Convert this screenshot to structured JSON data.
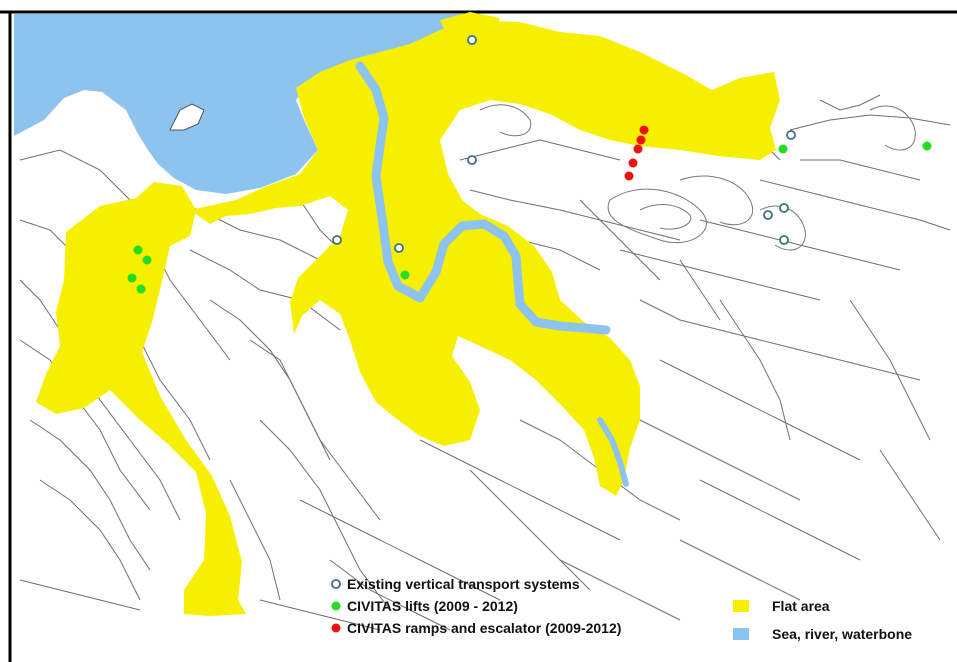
{
  "map": {
    "colors": {
      "sea": "#8cc3ef",
      "flat_area": "#f7ef00",
      "roads": "#6e6e6e",
      "frame": "#000000",
      "existing_marker": "#3f6f86",
      "lift_marker": "#22dd22",
      "ramp_marker": "#ee1111"
    },
    "legend": {
      "existing": {
        "label": "Existing vertical transport systems",
        "icon": "open-circle"
      },
      "lifts": {
        "label": "CIVITAS lifts (2009 - 2012)",
        "icon": "green-dot"
      },
      "ramps": {
        "label": "CIVITAS ramps and escalator (2009-2012)",
        "icon": "red-dot"
      },
      "flat": {
        "label": "Flat area",
        "icon": "yellow-swatch"
      },
      "sea": {
        "label": "Sea, river, waterbone",
        "icon": "blue-swatch"
      }
    }
  }
}
